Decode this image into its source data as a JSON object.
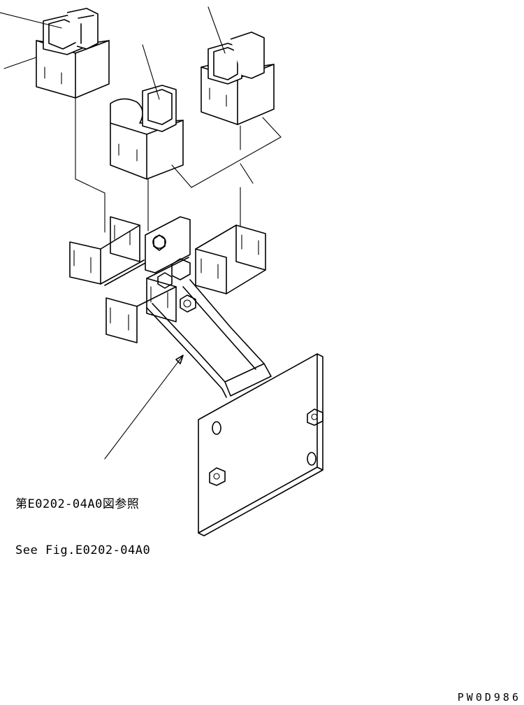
{
  "reference_note": {
    "japanese": "第E0202-04A0図参照",
    "english": "See Fig.E0202-04A0"
  },
  "drawing_code": "PW0D986"
}
